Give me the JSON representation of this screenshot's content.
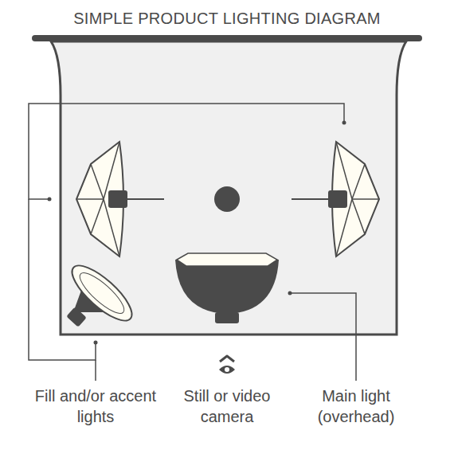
{
  "diagram": {
    "title": "SIMPLE PRODUCT LIGHTING DIAGRAM",
    "labels": [
      "Fill and/or accent lights",
      "Still or video camera",
      "Main light (overhead)"
    ]
  }
}
